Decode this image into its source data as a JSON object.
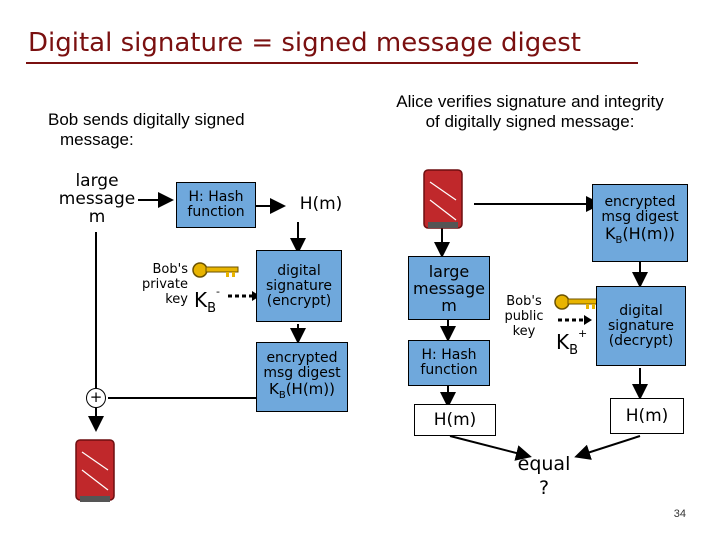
{
  "title": "Digital signature = signed message digest",
  "left": {
    "heading_line1": "Bob sends digitally signed",
    "heading_line2": "message:",
    "large_message": [
      "large",
      "message",
      "m"
    ],
    "hash_function": [
      "H: Hash",
      "function"
    ],
    "hm": "H(m)",
    "bobs_private_key": [
      "Bob's",
      "private",
      "key"
    ],
    "key_label": "K",
    "key_sub": "B",
    "key_sup": "-",
    "digital_signature": [
      "digital",
      "signature",
      "(encrypt)"
    ],
    "encrypted_digest": [
      "encrypted",
      "msg digest"
    ],
    "encrypted_formula_k": "K",
    "encrypted_formula_sub": "B",
    "encrypted_formula_rest": "(H(m))",
    "plus": "+"
  },
  "right": {
    "heading_line1": "Alice verifies signature and integrity",
    "heading_line2": "of digitally signed message:",
    "encrypted_digest": [
      "encrypted",
      "msg digest"
    ],
    "encrypted_formula_k": "K",
    "encrypted_formula_sub": "B",
    "encrypted_formula_rest": "(H(m))",
    "large_message": [
      "large",
      "message",
      "m"
    ],
    "bobs_public_key": [
      "Bob's",
      "public",
      "key"
    ],
    "key_label": "K",
    "key_sub": "B",
    "key_sup": "+",
    "digital_signature": [
      "digital",
      "signature",
      "(decrypt)"
    ],
    "hash_function": [
      "H: Hash",
      "function"
    ],
    "hm_left": "H(m)",
    "hm_right": "H(m)",
    "equal": "equal",
    "question": "?"
  },
  "page_number": "34",
  "colors": {
    "title": "#7a1010",
    "box_fill": "#6fa8dc",
    "key": "#e8b400",
    "person_red": "#c0282b"
  }
}
